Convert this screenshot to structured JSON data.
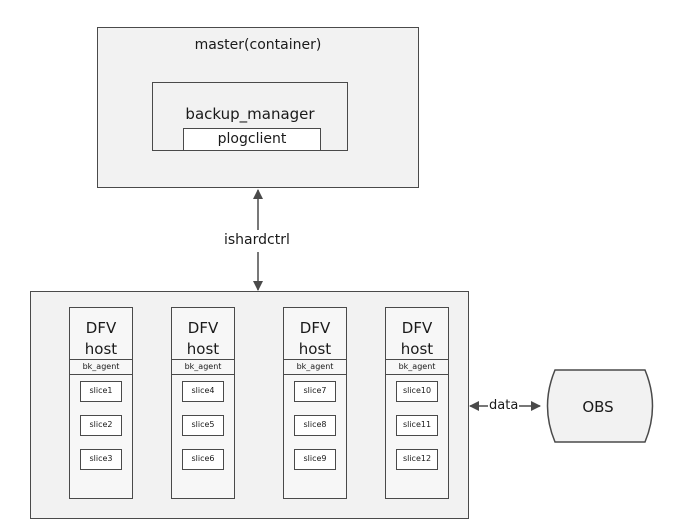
{
  "master": {
    "title": "master(container)",
    "backup_manager": "backup_manager",
    "plogclient": "plogclient"
  },
  "link_label": "ishardctrl",
  "hosts": [
    {
      "title": "DFV\nhost",
      "agent": "bk_agent",
      "slices": [
        "slice1",
        "slice2",
        "slice3"
      ]
    },
    {
      "title": "DFV\nhost",
      "agent": "bk_agent",
      "slices": [
        "slice4",
        "slice5",
        "slice6"
      ]
    },
    {
      "title": "DFV\nhost",
      "agent": "bk_agent",
      "slices": [
        "slice7",
        "slice8",
        "slice9"
      ]
    },
    {
      "title": "DFV\nhost",
      "agent": "bk_agent",
      "slices": [
        "slice10",
        "slice11",
        "slice12"
      ]
    }
  ],
  "data_label": "data",
  "obs_label": "OBS",
  "colors": {
    "stroke": "#4a4a4a",
    "fill": "#f2f2f2"
  }
}
